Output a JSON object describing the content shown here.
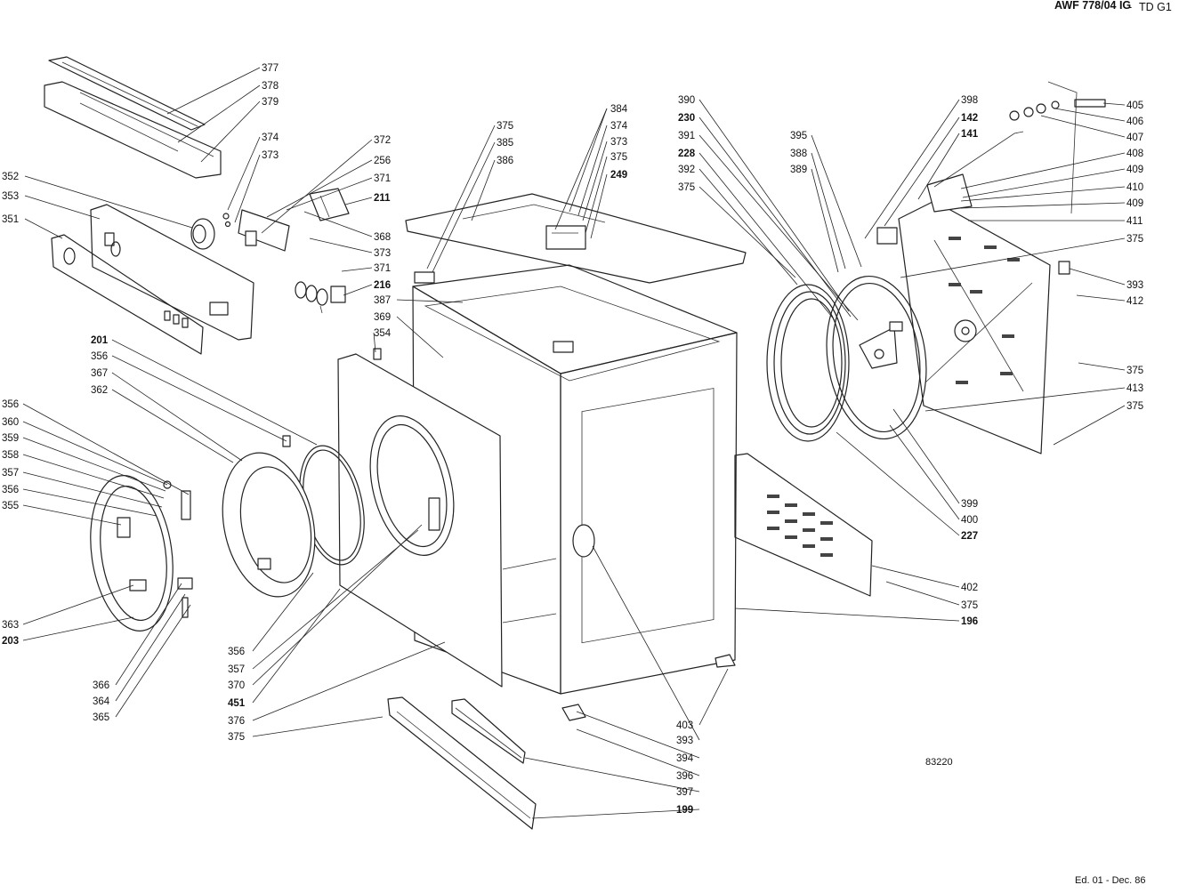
{
  "header": {
    "model": "AWF 778/04 IG",
    "group": "TD G1"
  },
  "footer": {
    "drawing_number": "83220",
    "edition": "Ed. 01 - Dec. 86"
  },
  "labels": {
    "l377": "377",
    "l378": "378",
    "l379": "379",
    "l374a": "374",
    "l373a": "373",
    "l372": "372",
    "l256": "256",
    "l371a": "371",
    "l211": "211",
    "l368": "368",
    "l373b": "373",
    "l371b": "371",
    "l216": "216",
    "l352": "352",
    "l353": "353",
    "l351": "351",
    "l375a": "375",
    "l385": "385",
    "l386": "386",
    "l384": "384",
    "l374b": "374",
    "l373c": "373",
    "l375b": "375",
    "l249": "249",
    "l387": "387",
    "l369": "369",
    "l354": "354",
    "l201": "201",
    "l356a": "356",
    "l367": "367",
    "l362": "362",
    "l356b": "356",
    "l360": "360",
    "l359": "359",
    "l358": "358",
    "l357a": "357",
    "l356c": "356",
    "l355": "355",
    "l363": "363",
    "l203": "203",
    "l366": "366",
    "l364": "364",
    "l365": "365",
    "l356d": "356",
    "l357b": "357",
    "l370": "370",
    "l451": "451",
    "l376": "376",
    "l375c": "375",
    "l390": "390",
    "l230": "230",
    "l391": "391",
    "l228": "228",
    "l392": "392",
    "l375d": "375",
    "l395": "395",
    "l388": "388",
    "l389": "389",
    "l398": "398",
    "l142": "142",
    "l141": "141",
    "l405": "405",
    "l406": "406",
    "l407": "407",
    "l408": "408",
    "l409a": "409",
    "l410": "410",
    "l409b": "409",
    "l411": "411",
    "l375e": "375",
    "l393a": "393",
    "l412": "412",
    "l375f": "375",
    "l413": "413",
    "l375g": "375",
    "l399": "399",
    "l400": "400",
    "l227": "227",
    "l402": "402",
    "l375h": "375",
    "l196": "196",
    "l403": "403",
    "l393b": "393",
    "l394": "394",
    "l396": "396",
    "l397": "397",
    "l199": "199"
  }
}
